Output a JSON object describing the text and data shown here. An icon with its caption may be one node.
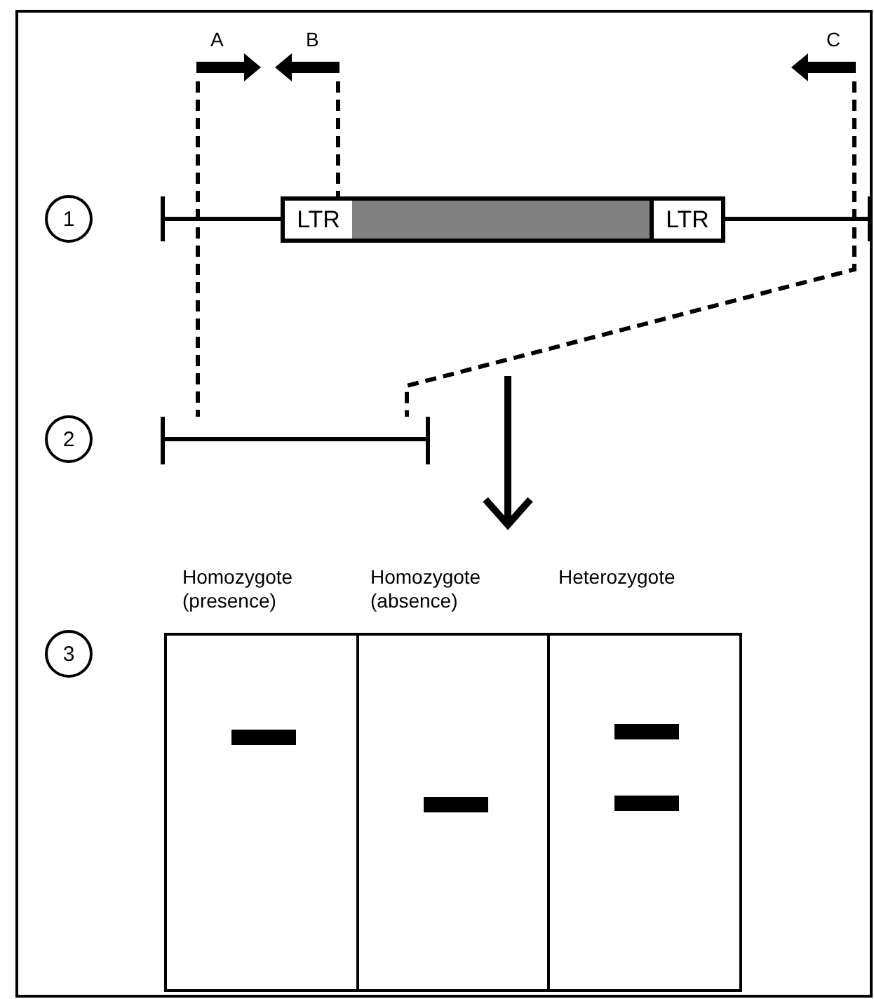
{
  "diagram": {
    "nodes": [
      {
        "text": [
          "1"
        ]
      },
      {
        "text": [
          "2"
        ]
      },
      {
        "text": [
          "3"
        ]
      },
      {
        "text": [
          "LTR"
        ]
      },
      {
        "text": [],
        "shape": "bar"
      },
      {
        "text": [
          "LTR"
        ]
      },
      {
        "text": [
          "A"
        ]
      },
      {
        "text": [
          "B"
        ]
      },
      {
        "text": [
          "C"
        ]
      },
      {
        "text": [],
        "shape": "bar"
      },
      {
        "text": [
          "Homozygote (presence)"
        ]
      },
      {
        "text": [
          "Homozygote (absence)"
        ]
      },
      {
        "text": [
          "Heterozygote"
        ]
      }
    ],
    "edges": [
      {
        "from": 6,
        "to": 9,
        "arrow": "none",
        "style": "dashed"
      },
      {
        "from": 7,
        "to": 3,
        "arrow": "none",
        "style": "dashed"
      },
      {
        "from": 8,
        "to": 9,
        "arrow": "none",
        "style": "dashed"
      }
    ]
  }
}
